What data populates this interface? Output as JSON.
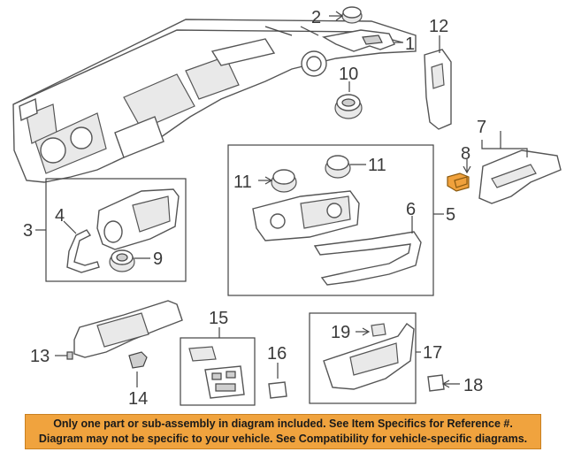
{
  "callouts": {
    "c1": "1",
    "c2": "2",
    "c3": "3",
    "c4": "4",
    "c5": "5",
    "c6": "6",
    "c7": "7",
    "c8": "8",
    "c9": "9",
    "c10": "10",
    "c11a": "11",
    "c11b": "11",
    "c12": "12",
    "c13": "13",
    "c14": "14",
    "c15": "15",
    "c16": "16",
    "c17": "17",
    "c18": "18",
    "c19": "19"
  },
  "notice": {
    "line1": "Only one part or sub-assembly in diagram included. See Item Specifics for Reference #.",
    "line2": "Diagram may not be specific to your vehicle. See Compatibility for vehicle-specific diagrams."
  },
  "colors": {
    "highlight": "#f0a13c",
    "banner": "#f0a33e"
  }
}
